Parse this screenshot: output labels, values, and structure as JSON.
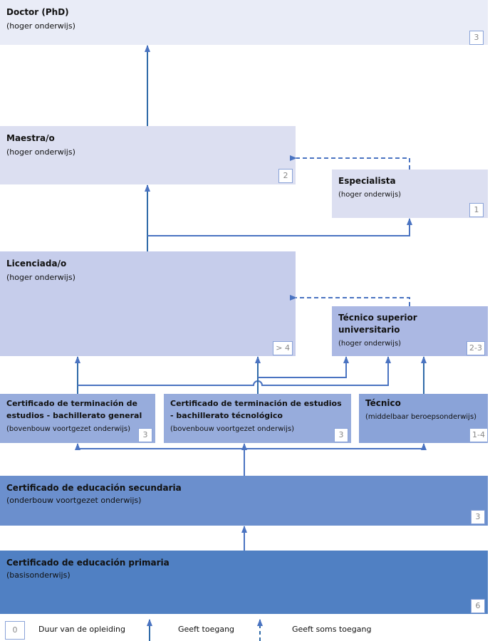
{
  "levels": {
    "doctor": {
      "title": "Doctor (PhD)",
      "sub": "(hoger onderwijs)",
      "years": "3",
      "color": "#e9ecf7"
    },
    "maestra": {
      "title": "Maestra/o",
      "sub": "(hoger onderwijs)",
      "years": "2",
      "color": "#dcdff1"
    },
    "especialista": {
      "title": "Especialista",
      "sub": "(hoger onderwijs)",
      "years": "1",
      "color": "#dcdff1"
    },
    "licenciada": {
      "title": "Licenciada/o",
      "sub": "(hoger onderwijs)",
      "years": "> 4",
      "color": "#c6cdeb"
    },
    "tecnico_superior": {
      "title": "Técnico superior universitario",
      "sub": "(hoger onderwijs)",
      "years": "2-3",
      "color": "#abb8e3"
    },
    "cert_general": {
      "title": "Certificado de terminación de estudios - bachillerato general",
      "sub": "(bovenbouw voortgezet onderwijs)",
      "years": "3",
      "color": "#97acdc"
    },
    "cert_tecnologico": {
      "title": "Certificado de terminación de estudios - bachillerato técnológico",
      "sub": "(bovenbouw voortgezet onderwijs)",
      "years": "3",
      "color": "#97acdc"
    },
    "tecnico": {
      "title": "Técnico",
      "sub": "(middelbaar beroepsonderwijs)",
      "years": "1-4",
      "color": "#8aa3d8"
    },
    "secundaria": {
      "title": "Certificado de educación secundaria",
      "sub": "(onderbouw voortgezet onderwijs)",
      "years": "3",
      "color": "#6b8fcd"
    },
    "primaria": {
      "title": "Certificado de educación primaria",
      "sub": "(basisonderwijs)",
      "years": "6",
      "color": "#5080c3"
    }
  },
  "legend": {
    "duration_sample": "0",
    "duration": "Duur van de opleiding",
    "access": "Geeft toegang",
    "sometimes_access": "Geeft soms toegang"
  },
  "colors": {
    "arrow": "#2f6aa8",
    "arrow_light": "#4a73c1"
  }
}
